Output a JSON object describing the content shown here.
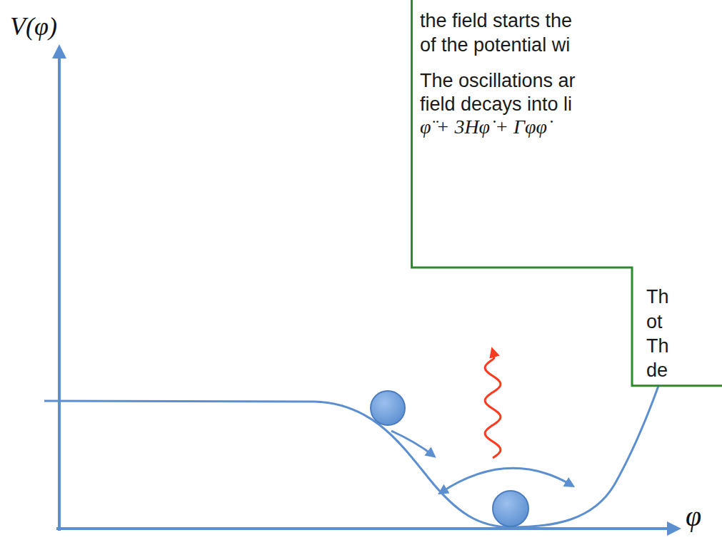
{
  "diagram": {
    "nodes": [
      {
        "text": [
          "the field starts the",
          "of the potential wi",
          "The oscillations ar",
          "field decays into li",
          "φ̈ + 3Hφ̇ + Γφφ̇",
          "Th",
          "ot",
          "Th",
          "de"
        ]
      }
    ],
    "labels": [
      "V(φ)",
      "φ"
    ]
  }
}
